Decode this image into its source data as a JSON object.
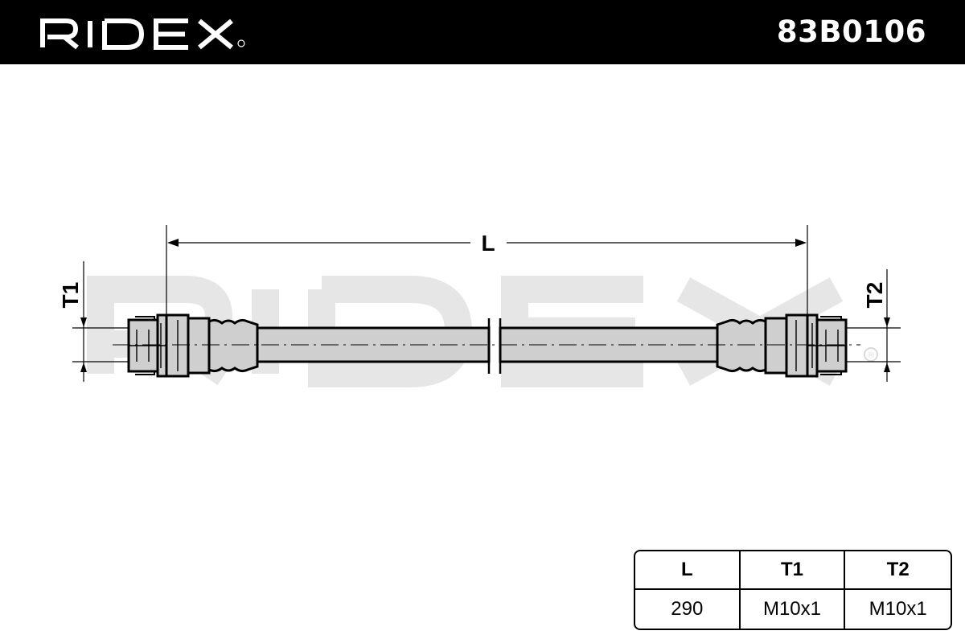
{
  "header": {
    "brand_text": "RIDEX",
    "part_number": "83B0106"
  },
  "drawing": {
    "dimension_labels": {
      "length": "L",
      "thread_1": "T1",
      "thread_2": "T2"
    },
    "watermark_text": "RIDEX",
    "registered_mark": "®"
  },
  "spec_table": {
    "headers": [
      "L",
      "T1",
      "T2"
    ],
    "values": [
      "290",
      "M10x1",
      "M10x1"
    ]
  },
  "colors": {
    "header_bg": "#000000",
    "header_text": "#ffffff",
    "watermark": "#e8e8e8",
    "hose_fill": "#cfcfcf",
    "line": "#000000"
  },
  "icons": [
    "ridex-logo-icon",
    "brake-hose-icon",
    "registered-mark-icon"
  ]
}
